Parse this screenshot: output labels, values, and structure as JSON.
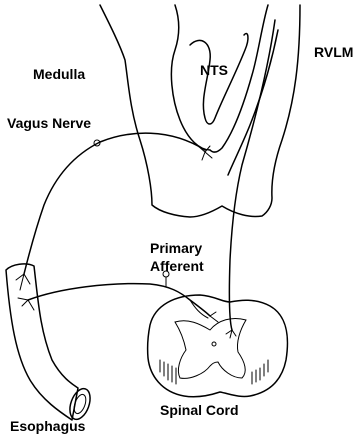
{
  "labels": {
    "medulla": "Medulla",
    "nts": "NTS",
    "rvlm": "RVLM",
    "vagus_nerve": "Vagus Nerve",
    "primary_afferent_line1": "Primary",
    "primary_afferent_line2": "Afferent",
    "esophagus": "Esophagus",
    "spinal_cord": "Spinal Cord"
  }
}
